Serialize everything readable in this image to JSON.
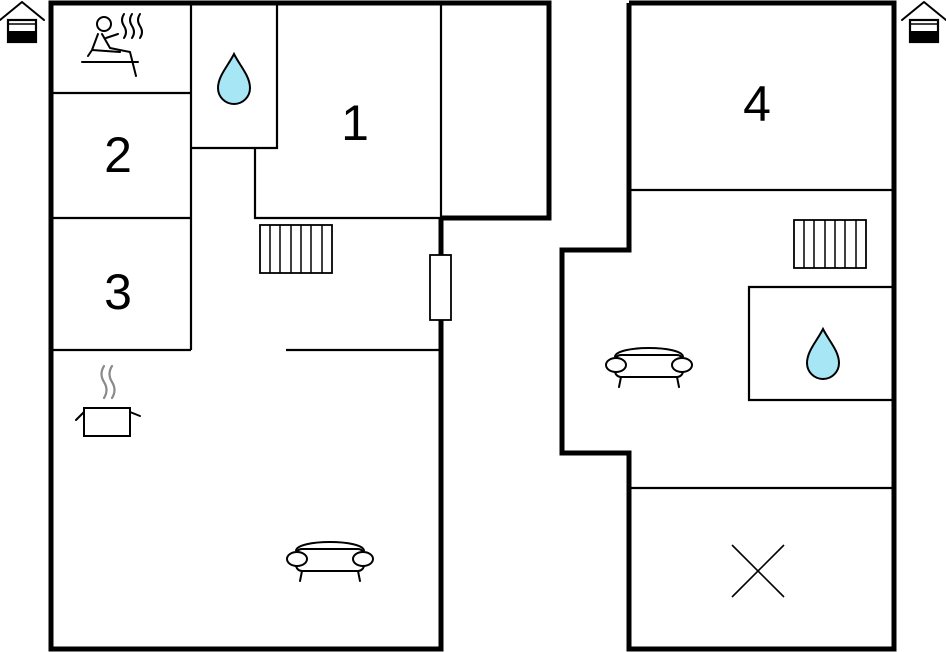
{
  "floors": [
    {
      "name": "ground-floor",
      "rooms": [
        {
          "id": "room-1",
          "label": "1"
        },
        {
          "id": "room-2",
          "label": "2"
        },
        {
          "id": "room-3",
          "label": "3"
        }
      ],
      "icons": [
        "house-floor-icon",
        "sauna-icon",
        "water-drop-icon",
        "radiator-icon",
        "door-icon",
        "cooking-pot-icon",
        "sofa-icon"
      ]
    },
    {
      "name": "upper-floor",
      "rooms": [
        {
          "id": "room-4",
          "label": "4"
        }
      ],
      "icons": [
        "house-floor-icon",
        "radiator-icon",
        "water-drop-icon",
        "sofa-icon",
        "void-cross-icon"
      ]
    }
  ],
  "colors": {
    "wall": "#000000",
    "water": "#a6e6f5",
    "steam": "#8a8a8a",
    "background": "#ffffff"
  }
}
